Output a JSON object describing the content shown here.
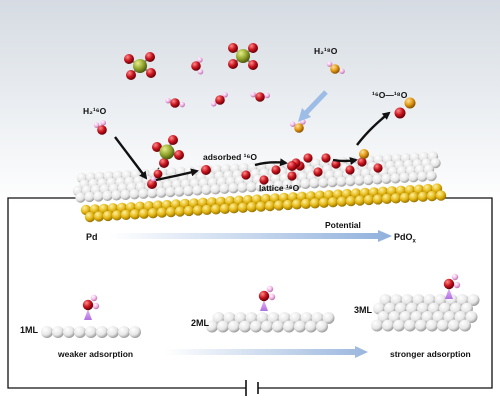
{
  "labels": {
    "water_left": "H₂¹⁶O",
    "water_right": "H₂¹⁸O",
    "adsorbed": "adsorbed ¹⁶O",
    "lattice": "lattice ¹⁶O",
    "product": "¹⁶O—¹⁸O",
    "pd": "Pd",
    "pdox": "PdO",
    "pdox_sub": "x",
    "potential": "Potential",
    "ml1": "1ML",
    "ml2": "2ML",
    "ml3": "3ML",
    "weaker": "weaker adsorption",
    "stronger": "stronger adsorption"
  },
  "colors": {
    "oxygen_16": "#c8141e",
    "oxygen_18": "#e39a12",
    "hydrogen": "#f2b5e6",
    "sulfur": "#8fa12a",
    "gold": "#e2b512",
    "atom_white": "#f2f2f2",
    "adsorption_bond": "#c07fe0",
    "arrow_blue": "#9dbde6"
  },
  "icons": [
    "sulfate-ion-icon",
    "water-molecule-icon",
    "capacitor-symbol-icon"
  ]
}
